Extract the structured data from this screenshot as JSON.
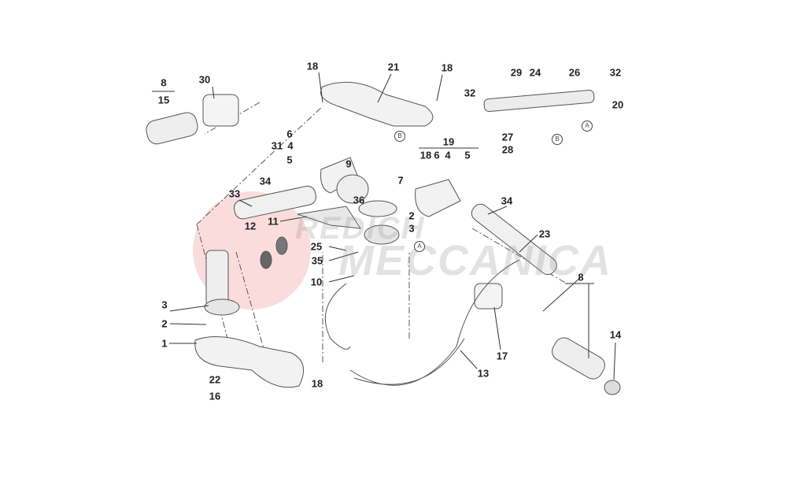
{
  "watermark": {
    "line1": "REDICH",
    "line2": "MECCANICA",
    "brand_color": "#f3b4b4"
  },
  "callouts": [
    "8",
    "15",
    "30",
    "18",
    "21",
    "18",
    "29",
    "24",
    "26",
    "32",
    "32",
    "20",
    "27",
    "28",
    "6",
    "31",
    "4",
    "5",
    "19",
    "18",
    "6",
    "4",
    "5",
    "9",
    "7",
    "34",
    "33",
    "36",
    "2",
    "11",
    "34",
    "3",
    "12",
    "23",
    "25",
    "35",
    "10",
    "8",
    "3",
    "2",
    "1",
    "14",
    "17",
    "13",
    "22",
    "18",
    "16"
  ],
  "reference_marks": [
    "B",
    "B",
    "A",
    "A"
  ]
}
